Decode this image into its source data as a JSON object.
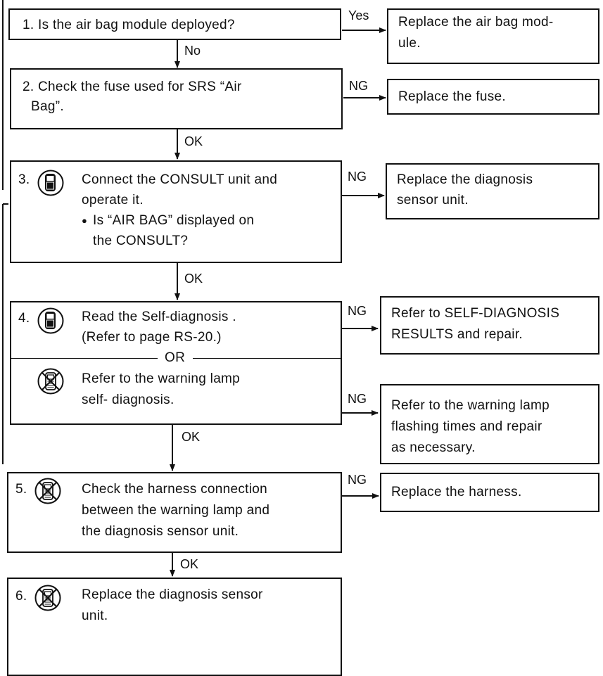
{
  "steps": {
    "s1": {
      "text": "1. Is the air bag module deployed?"
    },
    "s2": {
      "line1": "2. Check the fuse used for SRS “Air",
      "line2": "Bag”."
    },
    "s3": {
      "num": "3.",
      "line1": "Connect the CONSULT unit and",
      "line2": "operate it.",
      "bullet": "●",
      "line3": "Is “AIR BAG” displayed on",
      "line4": "the CONSULT?"
    },
    "s4": {
      "num": "4.",
      "line1": "Read the Self-diagnosis .",
      "line2": "(Refer to page RS-20.)",
      "or": "OR",
      "line3": "Refer to the warning lamp",
      "line4": "self- diagnosis."
    },
    "s5": {
      "num": "5.",
      "line1": "Check the harness connection",
      "line2": "between the warning lamp and",
      "line3": "the diagnosis sensor unit."
    },
    "s6": {
      "num": "6.",
      "line1": "Replace the diagnosis sensor",
      "line2": "unit."
    }
  },
  "actions": {
    "a1": {
      "line1": "Replace the air bag mod-",
      "line2": "ule."
    },
    "a2": {
      "line1": "Replace the fuse."
    },
    "a3": {
      "line1": "Replace the diagnosis",
      "line2": "sensor unit."
    },
    "a4": {
      "line1": "Refer to SELF-DIAGNOSIS",
      "line2": "RESULTS and repair."
    },
    "a5": {
      "line1": "Refer to the warning lamp",
      "line2": "flashing times and repair",
      "line3": "as necessary."
    },
    "a6": {
      "line1": "Replace the harness."
    }
  },
  "labels": {
    "yes": "Yes",
    "no": "No",
    "ng1": "NG",
    "ng2": "NG",
    "ng3": "NG",
    "ng4": "NG",
    "ng5": "NG",
    "ok1": "OK",
    "ok2": "OK",
    "ok3": "OK",
    "ok4": "OK"
  },
  "icons": {
    "consult": "consult-unit-icon",
    "no_consult": "no-consult-unit-icon"
  }
}
